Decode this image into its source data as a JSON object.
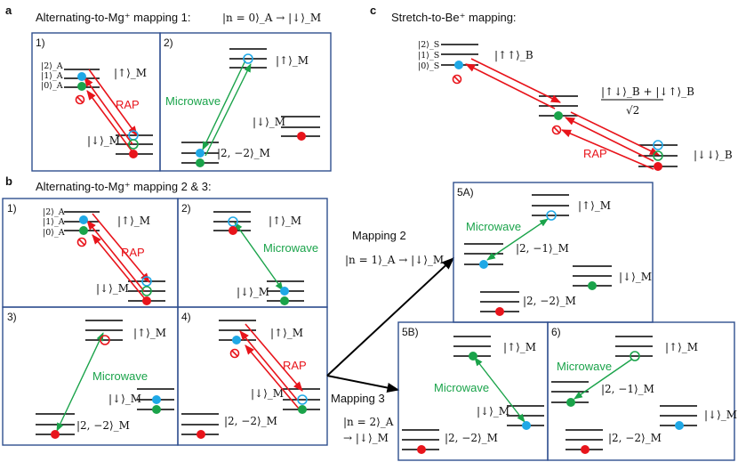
{
  "panels": {
    "a": "a",
    "b": "b",
    "c": "c"
  },
  "headers": {
    "a_title": "Alternating-to-Mg⁺ mapping 1:",
    "a_map": "|n = 0⟩_A → |↓⟩_M",
    "b_title": "Alternating-to-Mg⁺ mapping 2 & 3:",
    "c_title": "Stretch-to-Be⁺ mapping:"
  },
  "sub": {
    "a1": "1)",
    "a2": "2)",
    "b1": "1)",
    "b2": "2)",
    "b3": "3)",
    "b4": "4)",
    "b5a": "5A)",
    "b5b": "5B)",
    "b6": "6)"
  },
  "labels": {
    "rap": "RAP",
    "microwave": "Microwave",
    "mapping2": "Mapping 2",
    "mapping2_eq": "|n = 1⟩_A → |↓⟩_M",
    "mapping3": "Mapping 3",
    "mapping3_eq1": "|n = 2⟩_A",
    "mapping3_eq2": "→ |↓⟩_M",
    "ket2A": "|2⟩_A",
    "ket1A": "|1⟩_A",
    "ket0A": "|0⟩_A",
    "up": "|↑⟩_M",
    "down": "|↓⟩_M",
    "m22": "|2, −2⟩_M",
    "m21": "|2, −1⟩_M",
    "ket2S": "|2⟩_S",
    "ket1S": "|1⟩_S",
    "ket0S": "|0⟩_S",
    "upupB": "|↑↑⟩_B",
    "downdownB": "|↓↓⟩_B",
    "frac_num": "|↑↓⟩_B + |↓↑⟩_B",
    "frac_den": "√2"
  },
  "colors": {
    "red": "#e8141b",
    "green": "#1aa34a",
    "blue": "#1fa8e6",
    "box": "#2f4f8f"
  }
}
